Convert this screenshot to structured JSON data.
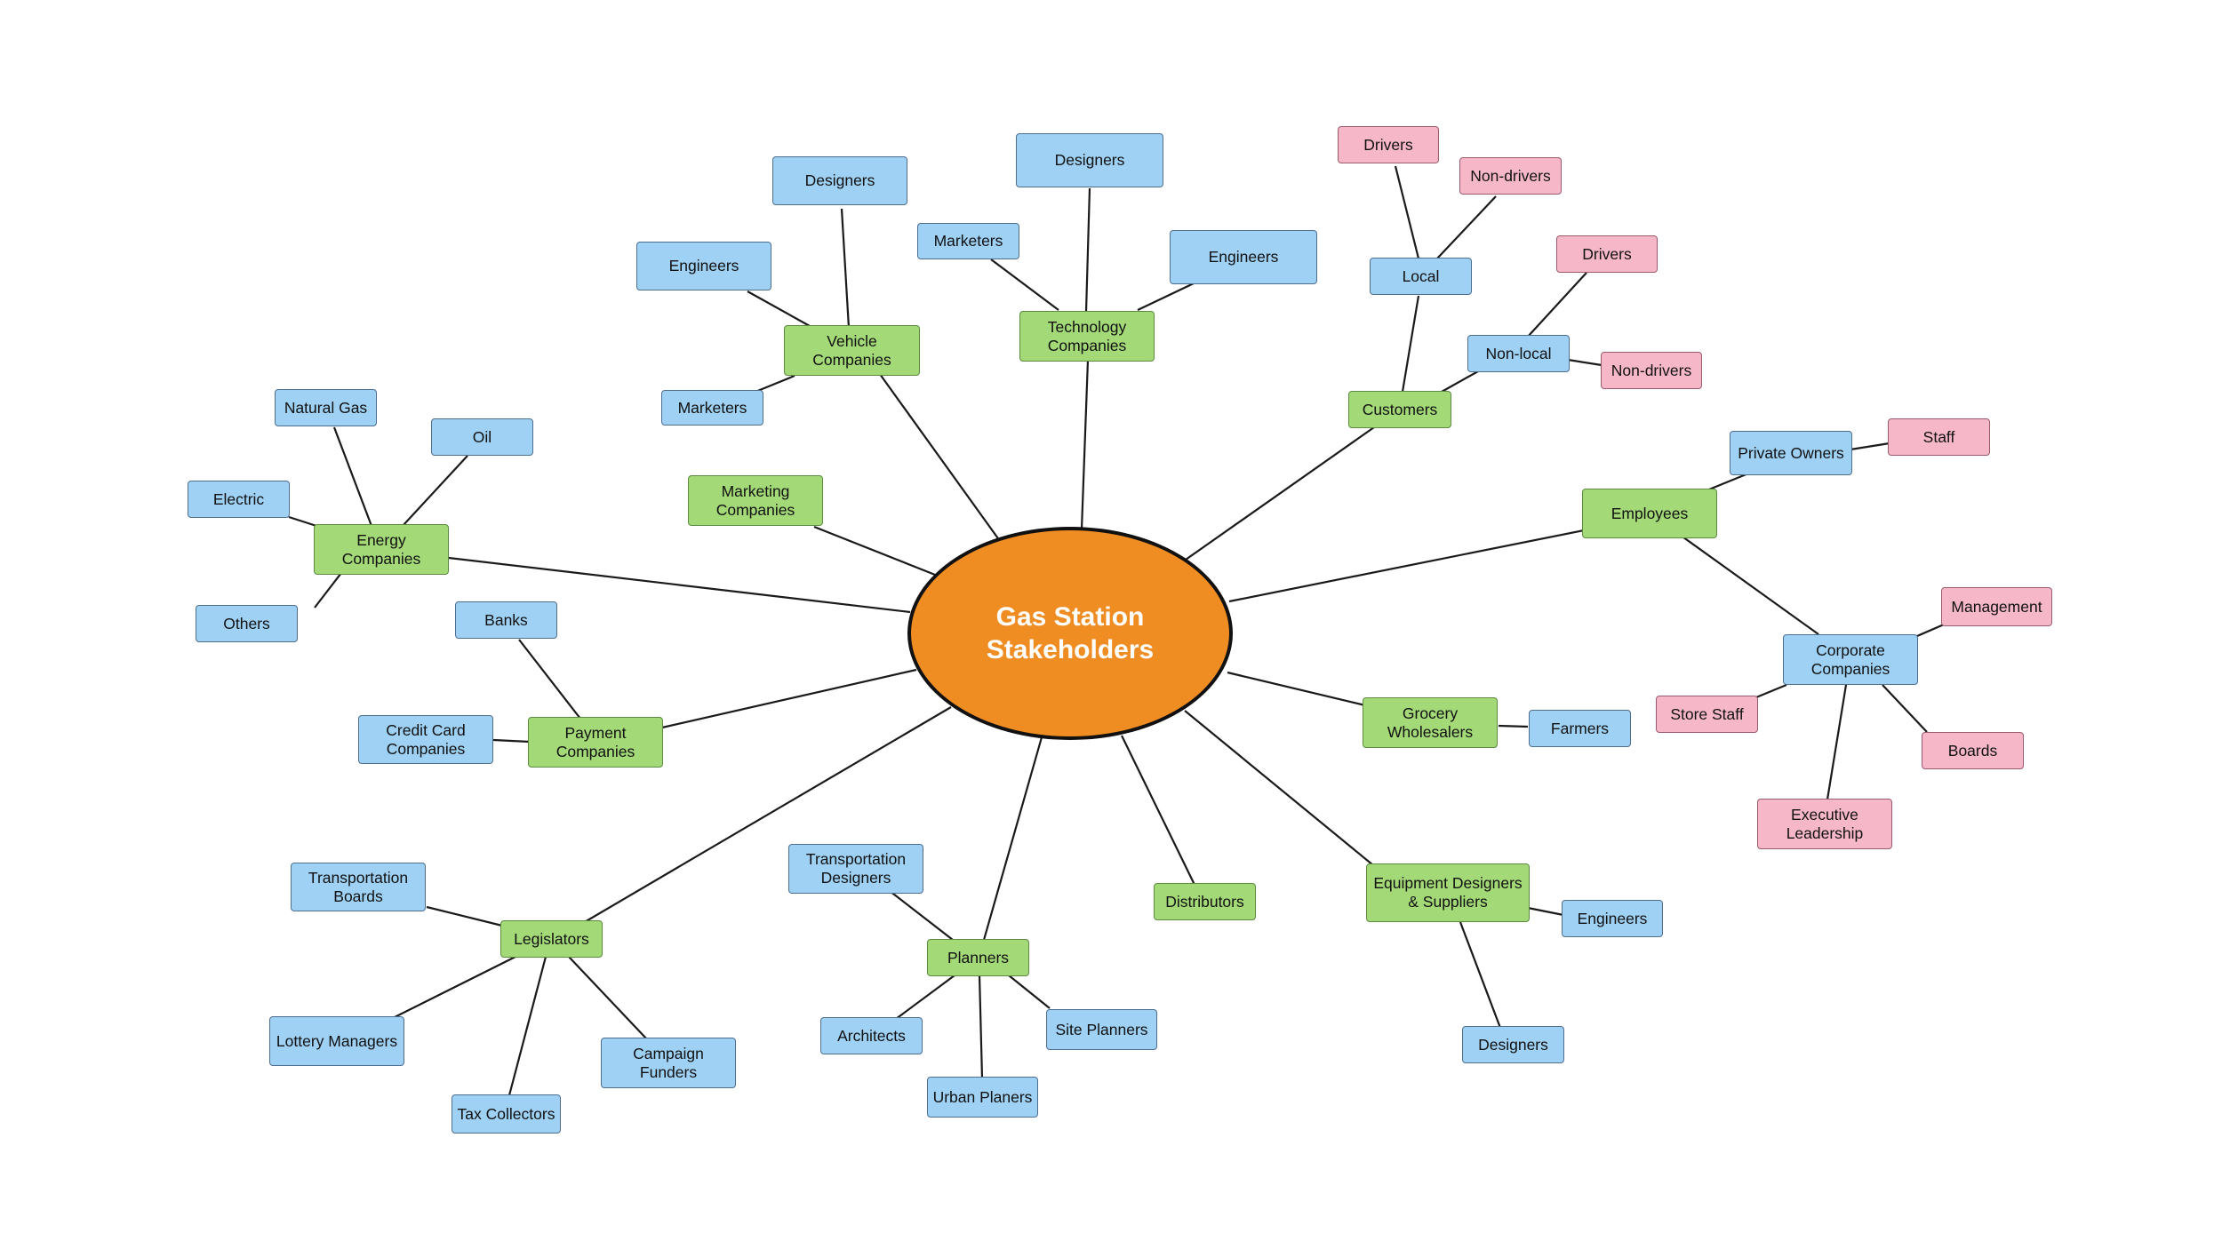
{
  "center": {
    "title": "Gas Station\nStakeholders"
  },
  "colors": {
    "primary": "#a3d977",
    "secondary": "#9ed1f4",
    "tertiary": "#f6b8c9",
    "center": "#ef8c22"
  },
  "nodes": {
    "vehicle": "Vehicle\nCompanies",
    "vehicle_designers": "Designers",
    "vehicle_engineers": "Engineers",
    "vehicle_marketers": "Marketers",
    "tech": "Technology\nCompanies",
    "tech_designers": "Designers",
    "tech_marketers": "Marketers",
    "tech_engineers": "Engineers",
    "customers": "Customers",
    "local": "Local",
    "local_drivers": "Drivers",
    "local_nondrivers": "Non-drivers",
    "nonlocal": "Non-local",
    "nonlocal_drivers": "Drivers",
    "nonlocal_nondrivers": "Non-drivers",
    "employees": "Employees",
    "private_owners": "Private Owners",
    "staff": "Staff",
    "corporate": "Corporate\nCompanies",
    "management": "Management",
    "store_staff": "Store Staff",
    "boards": "Boards",
    "exec": "Executive\nLeadership",
    "energy": "Energy\nCompanies",
    "natural_gas": "Natural Gas",
    "oil": "Oil",
    "electric": "Electric",
    "others": "Others",
    "marketing": "Marketing\nCompanies",
    "payment": "Payment\nCompanies",
    "banks": "Banks",
    "credit_card": "Credit Card\nCompanies",
    "grocery": "Grocery\nWholesalers",
    "farmers": "Farmers",
    "legislators": "Legislators",
    "transport_boards": "Transportation\nBoards",
    "lottery": "Lottery Managers",
    "tax": "Tax Collectors",
    "campaign": "Campaign\nFunders",
    "planners": "Planners",
    "transport_designers": "Transportation\nDesigners",
    "architects": "Architects",
    "urban": "Urban Planers",
    "site": "Site Planners",
    "distributors": "Distributors",
    "equipment": "Equipment Designers\n& Suppliers",
    "equip_engineers": "Engineers",
    "equip_designers": "Designers"
  }
}
